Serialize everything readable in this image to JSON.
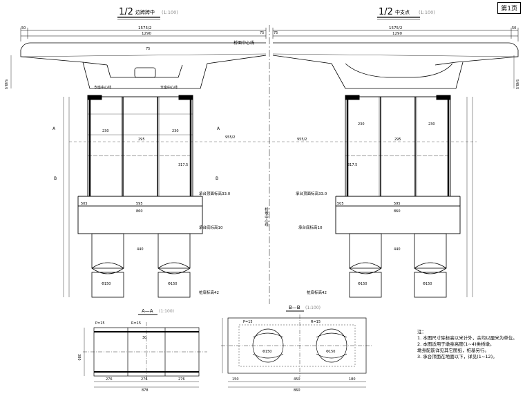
{
  "page_box": "第1页",
  "titles": {
    "left_main": "1/2",
    "left_main_sub": "边跨跨中",
    "left_scale": "(1:100)",
    "right_main": "1/2",
    "right_main_sub": "中支点",
    "right_scale": "(1:100)",
    "section_a": "A—A",
    "section_a_scale": "(1:100)",
    "section_b": "B—B",
    "section_b_scale": "(1:100)"
  },
  "dims": {
    "top_left_total": "1575/2",
    "top_left_sub": "1290",
    "top_right_total": "1575/2",
    "top_right_sub": "1290",
    "d50a": "50",
    "d50b": "50",
    "d75a": "75",
    "d75b": "75",
    "center_top": "75",
    "bridge_deck_label": "桥面中心线",
    "pier_half_left": "955/2",
    "pier_half_right": "955/2",
    "left_web": "230",
    "right_web": "230",
    "left_295": "295",
    "right_295": "295",
    "pile_spacing_left": "440",
    "pile_spacing_right": "440",
    "cap_width_left": "860",
    "cap_width_right": "860",
    "cap_sub_left": "595",
    "cap_sub_right": "595",
    "d505_left": "505",
    "d505_right": "505",
    "d3175_left": "317.5",
    "d3175_right": "317.5",
    "pile_dia_left1": "Φ150",
    "pile_dia_left2": "Φ150",
    "pile_dia_right1": "Φ150",
    "pile_dia_right2": "Φ150",
    "label_support_left": "支座中心线",
    "label_support_right": "支座中心线",
    "label_bottom_left": "承台顶面标高33.0",
    "label_bottom_right": "承台顶面标高33.0",
    "label_cap_left": "承台底标高10",
    "label_cap_right": "承台底标高10",
    "label_pile_left": "桩底标高42",
    "label_pile_right": "桩底标高42",
    "center_mark": "桥墩中心线",
    "b_left": "B",
    "b_right": "B",
    "a_left": "A",
    "a_right": "A",
    "v_height_left": "549.5",
    "v_height_right": "549.5"
  },
  "section_a_dims": {
    "p1": "P=15",
    "p2": "R=15",
    "d276a": "276",
    "d276b": "276",
    "d276c": "276",
    "d878": "878",
    "d380": "380",
    "d30": "30"
  },
  "section_b_dims": {
    "p1": "P=15",
    "p2": "R=15",
    "d150": "150",
    "d450": "450",
    "d180": "180",
    "d860": "860",
    "phi1": "Φ150",
    "phi2": "Φ150"
  },
  "notes": [
    "注：",
    "1. 本图尺寸除标高以米计外，余均以厘米为单位。",
    "2. 本图适用于墩身高度(1~4)类桥墩。",
    "   墩身配筋详见其它图纸，桩基另行。",
    "3. 承台顶面在地面以下，详见(1~12)。"
  ]
}
